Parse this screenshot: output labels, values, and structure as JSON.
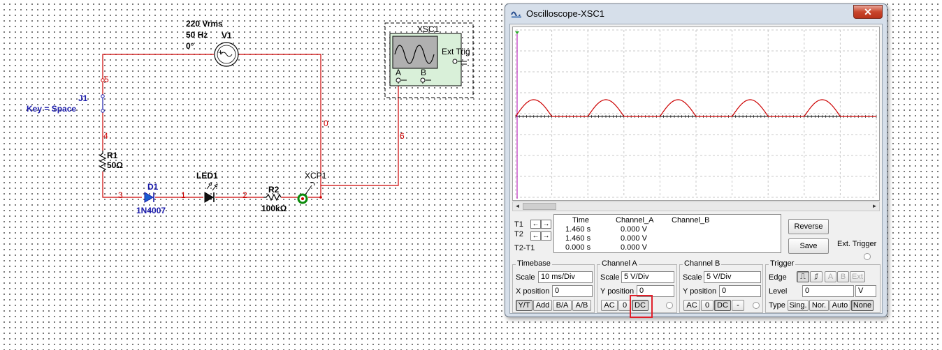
{
  "circuit": {
    "source": {
      "name": "V1",
      "voltage": "220 Vrms",
      "frequency": "50 Hz",
      "phase": "0°"
    },
    "switch": {
      "name": "J1",
      "key_label": "Key = Space"
    },
    "resistor1": {
      "name": "R1",
      "value": "50Ω"
    },
    "resistor2": {
      "name": "R2",
      "value": "100kΩ"
    },
    "diode": {
      "name": "D1",
      "model": "1N4007"
    },
    "led": {
      "name": "LED1"
    },
    "probe": {
      "name": "XCP1"
    },
    "scope_symbol": {
      "name": "XSC1",
      "ext_trig": "Ext Trig",
      "ch_a": "A",
      "ch_b": "B"
    },
    "nets": {
      "n5": "5",
      "n4": "4",
      "n3": "3",
      "n1": "1",
      "n2": "2",
      "n0": "0",
      "n6": "6"
    }
  },
  "window": {
    "title": "Oscilloscope-XSC1",
    "close": "✕"
  },
  "cursors": {
    "t1": "T1",
    "t2": "T2",
    "t2t1": "T2-T1"
  },
  "readout": {
    "headers": [
      "Time",
      "Channel_A",
      "Channel_B"
    ],
    "rows": [
      [
        "1.460 s",
        "0.000 V",
        ""
      ],
      [
        "1.460 s",
        "0.000 V",
        ""
      ],
      [
        "0.000 s",
        "0.000 V",
        ""
      ]
    ]
  },
  "buttons": {
    "reverse": "Reverse",
    "save": "Save",
    "ext_trigger": "Ext. Trigger"
  },
  "timebase": {
    "title": "Timebase",
    "scale_label": "Scale",
    "scale": "10 ms/Div",
    "xpos_label": "X position",
    "xpos": "0",
    "modes": [
      "Y/T",
      "Add",
      "B/A",
      "A/B"
    ]
  },
  "channel_a": {
    "title": "Channel A",
    "scale_label": "Scale",
    "scale": "5  V/Div",
    "ypos_label": "Y position",
    "ypos": "0",
    "coupling": [
      "AC",
      "0",
      "DC"
    ]
  },
  "channel_b": {
    "title": "Channel B",
    "scale_label": "Scale",
    "scale": "5  V/Div",
    "ypos_label": "Y position",
    "ypos": "0",
    "coupling": [
      "AC",
      "0",
      "DC",
      "-"
    ]
  },
  "trigger": {
    "title": "Trigger",
    "edge_label": "Edge",
    "level_label": "Level",
    "level": "0",
    "level_unit": "V",
    "sources": [
      "A",
      "B",
      "Ext"
    ],
    "type_label": "Type",
    "types": [
      "Sing.",
      "Nor.",
      "Auto",
      "None"
    ]
  },
  "colors": {
    "wire": "#cc0000",
    "component": "#1a1aaa",
    "trace": "#cc0000",
    "grid": "#c8c8c8",
    "highlight": "#e0202a"
  }
}
